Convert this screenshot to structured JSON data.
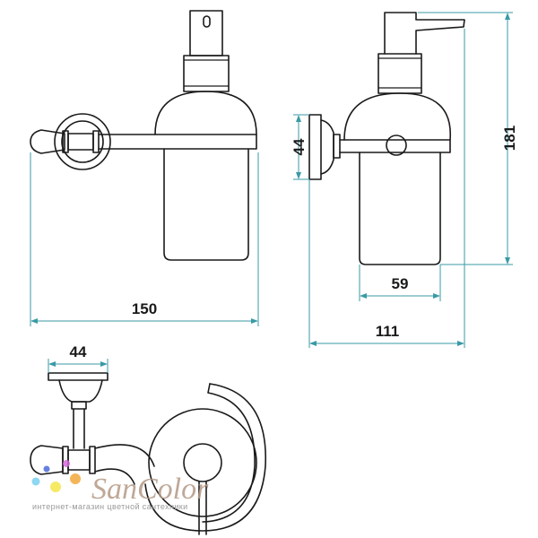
{
  "dimensions": {
    "front_width": "150",
    "side_depth": "111",
    "container_width": "59",
    "base_height": "44",
    "total_height": "181",
    "base_width_top": "44"
  },
  "watermark": {
    "brand": "SanColor",
    "tagline": "интернет-магазин цветной сантехники",
    "dot_colors": [
      "#7ad0f0",
      "#f4e64a",
      "#f2a83c",
      "#d36ad8",
      "#4a6ad8"
    ]
  }
}
